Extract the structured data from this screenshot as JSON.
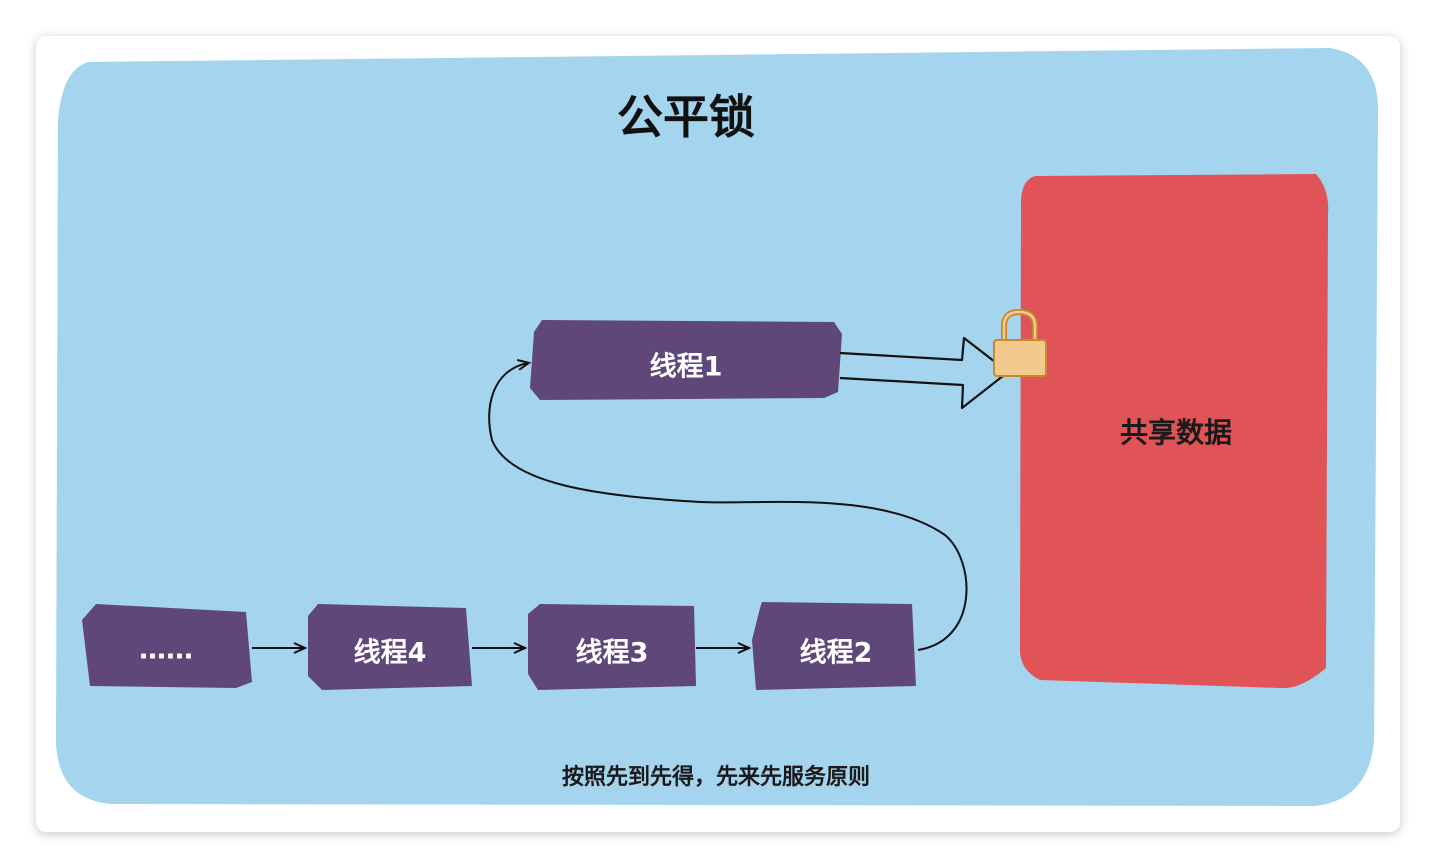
{
  "diagram": {
    "title": "公平锁",
    "shared_data": "共享数据",
    "caption": "按照先到先得，先来先服务原则",
    "queue": [
      {
        "id": "ellipsis",
        "label": "……"
      },
      {
        "id": "thread-4",
        "label": "线程4"
      },
      {
        "id": "thread-3",
        "label": "线程3"
      },
      {
        "id": "thread-2",
        "label": "线程2"
      }
    ],
    "active_thread": {
      "id": "thread-1",
      "label": "线程1"
    },
    "colors": {
      "panel": "#a4d4ee",
      "node": "#5f477a",
      "shared": "#e05356",
      "lock_body": "#f4c98e",
      "lock_stroke": "#c7892d"
    }
  }
}
